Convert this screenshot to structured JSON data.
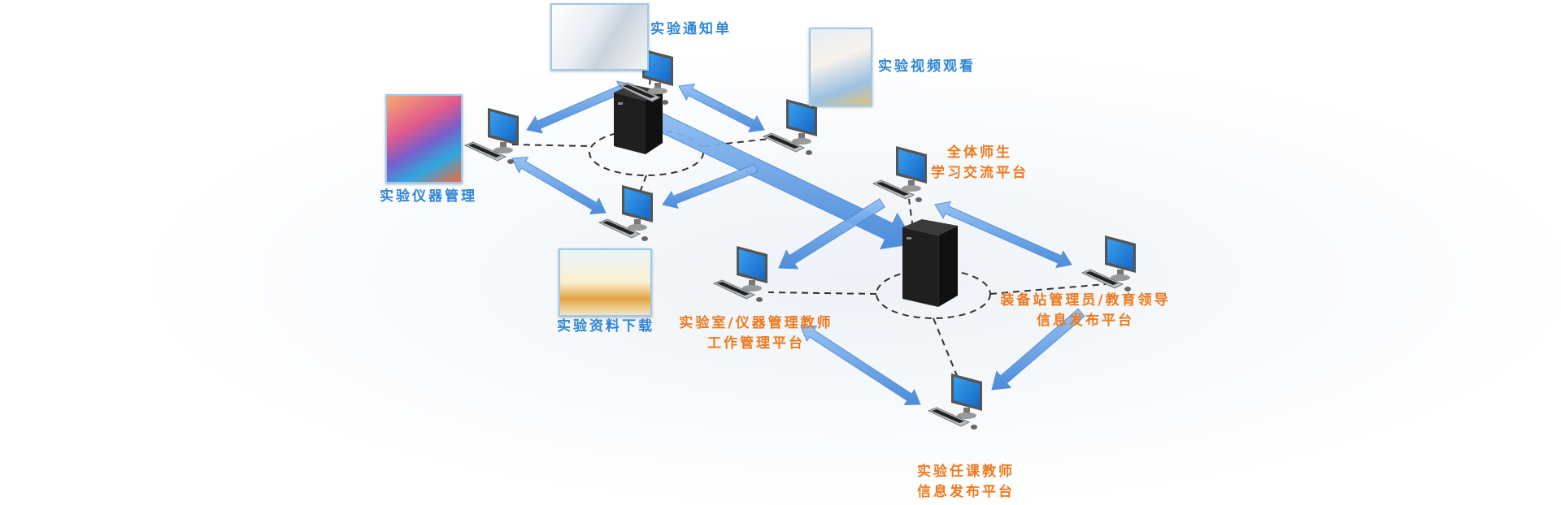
{
  "nodes": {
    "notice": {
      "label": "实验通知单"
    },
    "video": {
      "label": "实验视频观看"
    },
    "instruments": {
      "label": "实验仪器管理"
    },
    "download": {
      "label": "实验资料下载"
    },
    "all_users": {
      "line1": "全体师生",
      "line2": "学习交流平台"
    },
    "admin": {
      "line1": "装备站管理员/教育领导",
      "line2": "信息发布平台"
    },
    "lab_teacher": {
      "line1": "实验室/仪器管理教师",
      "line2": "工作管理平台"
    },
    "course_teacher": {
      "line1": "实验任课教师",
      "line2": "信息发布平台"
    }
  },
  "colors": {
    "arrow": "#5b9be6",
    "label_blue": "#2f86d6",
    "label_orange": "#ee7a1e"
  }
}
